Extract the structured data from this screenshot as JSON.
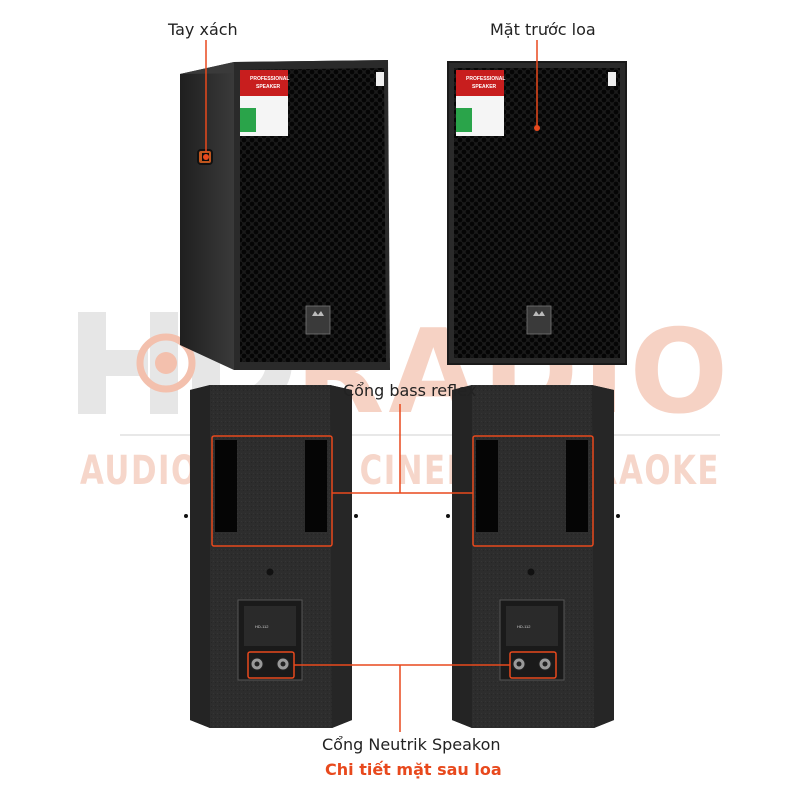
{
  "labels": {
    "handle": "Tay xách",
    "front": "Mặt trước loa",
    "bass_port": "Cổng bass reflex",
    "speakon": "Cổng Neutrik Speakon",
    "caption": "Chi tiết mặt sau loa"
  },
  "watermark": {
    "brand_left": "HD",
    "brand_right": "RADIO",
    "tagline": "AUDIO - HOME CINEMA - KARAOKE"
  },
  "badge": {
    "line1": "PROFESSIONAL",
    "line2": "SPEAKER"
  },
  "rear_panel": {
    "model": "HD-112"
  },
  "colors": {
    "accent": "#e8491d",
    "speaker_body": "#2b2b2b",
    "grille": "#151515",
    "watermark_gray": "#e6e6e6",
    "watermark_red": "#f6d2c4"
  }
}
